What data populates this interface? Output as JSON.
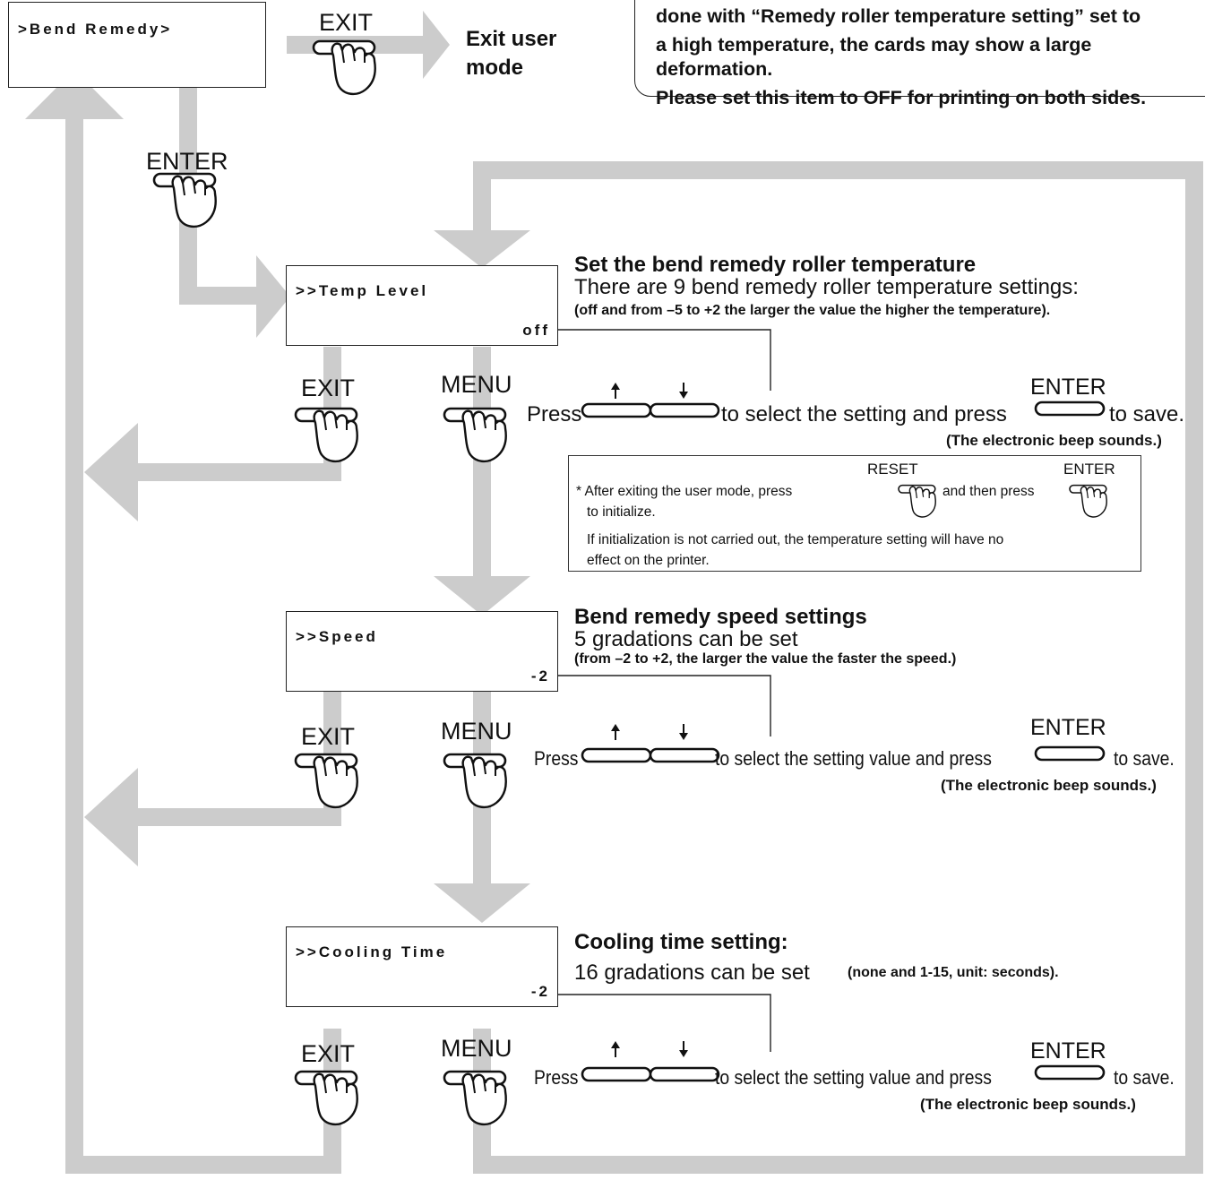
{
  "top_display": {
    "label": ">Bend Remedy>"
  },
  "exit_user_mode": {
    "line1": "Exit user",
    "line2": "mode"
  },
  "keys": {
    "exit": "EXIT",
    "enter": "ENTER",
    "menu": "MENU",
    "reset": "RESET"
  },
  "warning_lines": [
    "done with “Remedy roller temperature setting” set to",
    "a high temperature, the cards may show a large",
    "deformation.",
    "Please set this item to OFF for printing on both sides."
  ],
  "temp": {
    "display_label": ">>Temp Level",
    "display_value": "off",
    "title": "Set the bend remedy roller temperature",
    "subtitle": "There are 9 bend remedy roller temperature settings:",
    "note": "(off and from –5 to +2 the larger the value the higher the temperature).",
    "press": "Press",
    "instruction": "to select the setting and press",
    "save": "to save.",
    "beep": "(The electronic beep sounds.)"
  },
  "init_note": {
    "line1a": "* After exiting the user mode, press",
    "line1b": "and then press",
    "line2": "to initialize.",
    "line3": "If initialization is not carried out, the temperature setting will have no",
    "line4": "effect on the printer."
  },
  "speed": {
    "display_label": ">>Speed",
    "display_value": "-2",
    "title": "Bend remedy speed settings",
    "subtitle": "5 gradations can be set",
    "note": "(from –2 to +2, the larger the value the faster the speed.)",
    "press": "Press",
    "instruction": "to select the setting value and press",
    "save": "to save.",
    "beep": "(The electronic beep sounds.)"
  },
  "cooling": {
    "display_label": ">>Cooling Time",
    "display_value": "-2",
    "title": "Cooling time setting:",
    "subtitle": "16 gradations can be set",
    "note": "(none and 1-15, unit: seconds).",
    "press": "Press",
    "instruction": "to select the setting value and press",
    "save": "to save.",
    "beep": "(The electronic beep sounds.)"
  }
}
